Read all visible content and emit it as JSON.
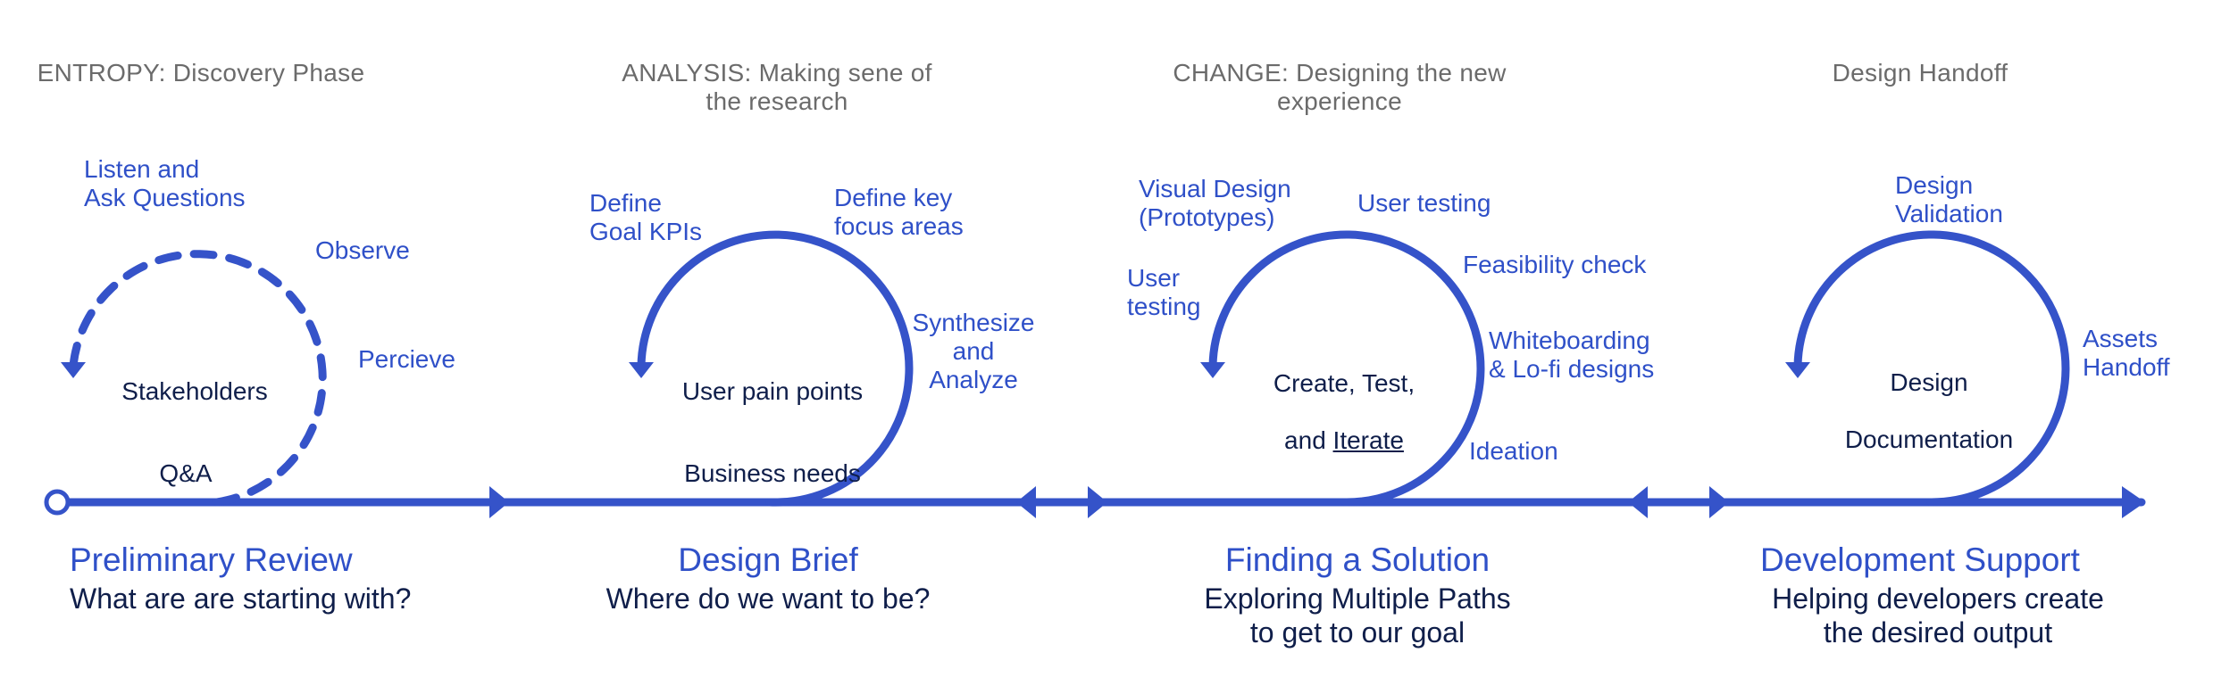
{
  "phases": [
    {
      "heading": "ENTROPY: Discovery Phase"
    },
    {
      "heading": "ANALYSIS: Making sene of\nthe research"
    },
    {
      "heading": "CHANGE: Designing the new\nexperience"
    },
    {
      "heading": "Design Handoff"
    }
  ],
  "loops": [
    {
      "center_line1": "Stakeholders",
      "center_line2": "Q&A",
      "steps": [
        "Listen and\nAsk Questions",
        "Observe",
        "Percieve"
      ]
    },
    {
      "center_line1": "User pain points",
      "center_line2": "Business needs",
      "steps": [
        "Define\nGoal KPIs",
        "Define key\nfocus areas",
        "Synthesize\nand\nAnalyze"
      ]
    },
    {
      "center_line1": "Create, Test,",
      "center_line2_prefix": "and ",
      "center_line2_link": "Iterate",
      "steps": [
        "Visual Design\n(Prototypes)",
        "User testing",
        "User\ntesting",
        "Feasibility check",
        "Whiteboarding\n& Lo-fi designs",
        "Ideation"
      ]
    },
    {
      "center_line1": "Design",
      "center_line2": "Documentation",
      "steps": [
        "Design\nValidation",
        "Assets\nHandoff"
      ]
    }
  ],
  "stages": [
    {
      "title": "Preliminary Review",
      "subtitle": "What are are starting with?"
    },
    {
      "title": "Design Brief",
      "subtitle": "Where do we want to be?"
    },
    {
      "title": "Finding a Solution",
      "subtitle": "Exploring Multiple Paths\nto get to our goal"
    },
    {
      "title": "Development Support",
      "subtitle": "Helping developers create\nthe desired output"
    }
  ],
  "colors": {
    "accent": "#3553c9",
    "dark_text": "#0f1e4a",
    "phase_text": "#6b6b6b"
  }
}
